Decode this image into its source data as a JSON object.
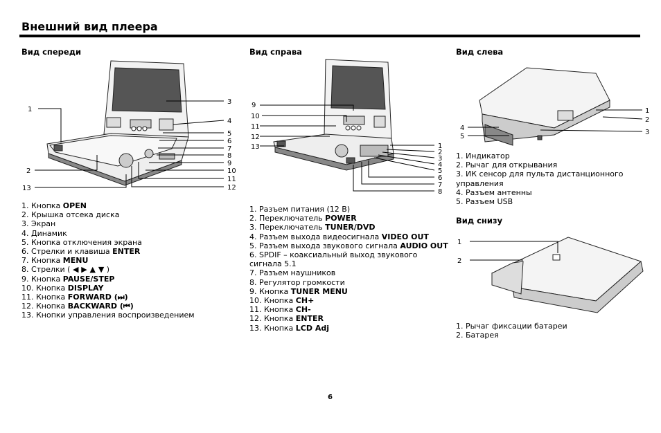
{
  "page": {
    "title": "Внешний вид плеера",
    "page_number": "6"
  },
  "front": {
    "heading": "Вид спереди",
    "callouts": [
      "1",
      "2",
      "3",
      "4",
      "5",
      "6",
      "7",
      "8",
      "9",
      "10",
      "11",
      "12",
      "13"
    ],
    "items": [
      {
        "text": "1. Кнопка ",
        "bold": "OPEN",
        "after": ""
      },
      {
        "text": "2. Крышка отсека диска",
        "bold": "",
        "after": ""
      },
      {
        "text": "3. Экран",
        "bold": "",
        "after": ""
      },
      {
        "text": "4. Динамик",
        "bold": "",
        "after": ""
      },
      {
        "text": "5. Кнопка отключения экрана",
        "bold": "",
        "after": ""
      },
      {
        "text": "6. Стрелки и клавиша ",
        "bold": "ENTER",
        "after": ""
      },
      {
        "text": "7. Кнопка ",
        "bold": "MENU",
        "after": ""
      },
      {
        "text": "8. Стрелки ( ",
        "bold": "◀ ▶ ▲ ▼",
        "after": " )"
      },
      {
        "text": "9. Кнопка ",
        "bold": "PAUSE/STEP",
        "after": ""
      },
      {
        "text": "10. Кнопка ",
        "bold": "DISPLAY",
        "after": ""
      },
      {
        "text": "11. Кнопка ",
        "bold": "FORWARD (⏭)",
        "after": ""
      },
      {
        "text": "12. Кнопка ",
        "bold": "BACKWARD (⏮)",
        "after": ""
      },
      {
        "text": "13. Кнопки управления воспроизведением",
        "bold": "",
        "after": ""
      }
    ]
  },
  "right": {
    "heading": "Вид справа",
    "callouts_left": [
      "9",
      "10",
      "11",
      "12",
      "13"
    ],
    "callouts_right": [
      "1",
      "2",
      "3",
      "4",
      "5",
      "6",
      "7",
      "8"
    ],
    "items": [
      {
        "text": "1. Разъем питания (12 В)",
        "bold": "",
        "after": ""
      },
      {
        "text": "2. Переключатель ",
        "bold": "POWER",
        "after": ""
      },
      {
        "text": "3. Переключатель ",
        "bold": "TUNER/DVD",
        "after": ""
      },
      {
        "text": "4. Разъем выхода видеосигнала ",
        "bold": "VIDEO OUT",
        "after": ""
      },
      {
        "text": "5. Разъем выхода звукового сигнала ",
        "bold": "AUDIO OUT",
        "after": ""
      },
      {
        "text": "6. SPDIF – коаксиальный выход звукового сигнала 5.1",
        "bold": "",
        "after": "",
        "wrap": true
      },
      {
        "text": "7. Разъем наушников",
        "bold": "",
        "after": ""
      },
      {
        "text": "8. Регулятор громкости",
        "bold": "",
        "after": ""
      },
      {
        "text": "9. Кнопка ",
        "bold": "TUNER MENU",
        "after": ""
      },
      {
        "text": "10. Кнопка ",
        "bold": "CH+",
        "after": ""
      },
      {
        "text": "11. Кнопка ",
        "bold": "CH-",
        "after": ""
      },
      {
        "text": "12. Кнопка ",
        "bold": "ENTER",
        "after": ""
      },
      {
        "text": "13. Кнопка ",
        "bold": "LCD Adj",
        "after": ""
      }
    ]
  },
  "left": {
    "heading": "Вид слева",
    "callouts": [
      "1",
      "2",
      "3",
      "4",
      "5"
    ],
    "items": [
      {
        "text": "1. Индикатор",
        "bold": "",
        "after": ""
      },
      {
        "text": "2. Рычаг для открывания",
        "bold": "",
        "after": ""
      },
      {
        "text": "3. ИК сенсор для пульта дистанционного управления",
        "bold": "",
        "after": "",
        "wrap": true
      },
      {
        "text": "4. Разъем антенны",
        "bold": "",
        "after": ""
      },
      {
        "text": "5. Разъем USB",
        "bold": "",
        "after": ""
      }
    ]
  },
  "bottom": {
    "heading": "Вид снизу",
    "callouts": [
      "1",
      "2"
    ],
    "items": [
      {
        "text": "1. Рычаг фиксации батареи",
        "bold": "",
        "after": ""
      },
      {
        "text": "2. Батарея",
        "bold": "",
        "after": ""
      }
    ]
  }
}
